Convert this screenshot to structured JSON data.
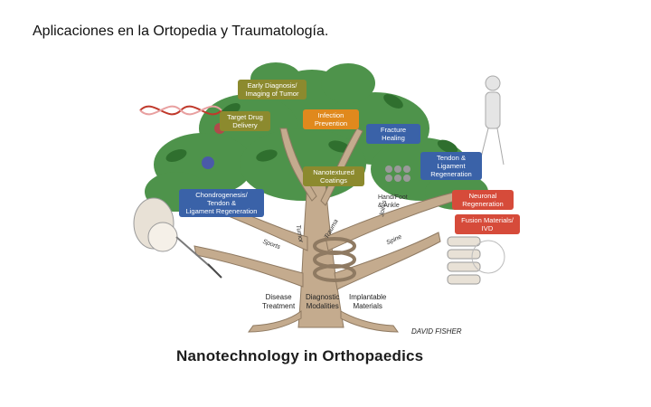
{
  "slide": {
    "title": "Aplicaciones en la Ortopedia y Traumatología."
  },
  "figure": {
    "title": "Nanotechnology in Orthopaedics",
    "signature": "DAVID FISHER",
    "labels": {
      "early_diagnosis": "Early Diagnosis/\nImaging of Tumor",
      "targeted_drug": "Target Drug\nDelivery",
      "infection": "Infection\nPrevention",
      "fracture": "Fracture\nHealing",
      "tendon_ligament": "Tendon &\nLigament\nRegeneration",
      "nanotextured": "Nanotextured\nCoatings",
      "chondrogenesis": "Chondrogenesis/\nTendon &\nLigament Regeneration",
      "neuronal": "Neuronal\nRegeneration",
      "fusion": "Fusion Materials/\nIVD",
      "hand_foot": "Hand/Foot\n& Ankle"
    },
    "branches": {
      "sports": "Sports",
      "tumor": "Tumor",
      "trauma": "Trauma",
      "joints": "Joints",
      "spine": "Spine"
    },
    "roots": {
      "disease": "Disease\nTreatment",
      "diagnostic": "Diagnostic\nModalities",
      "implantable": "Implantable\nMaterials"
    },
    "colors": {
      "leaf": "#3f8a3c",
      "trunk": "#c4ab8e",
      "olive_label": "#8c8a2e",
      "blue_label": "#3a62a8",
      "orange_label": "#e0891d",
      "red_label": "#d64b3a"
    }
  }
}
